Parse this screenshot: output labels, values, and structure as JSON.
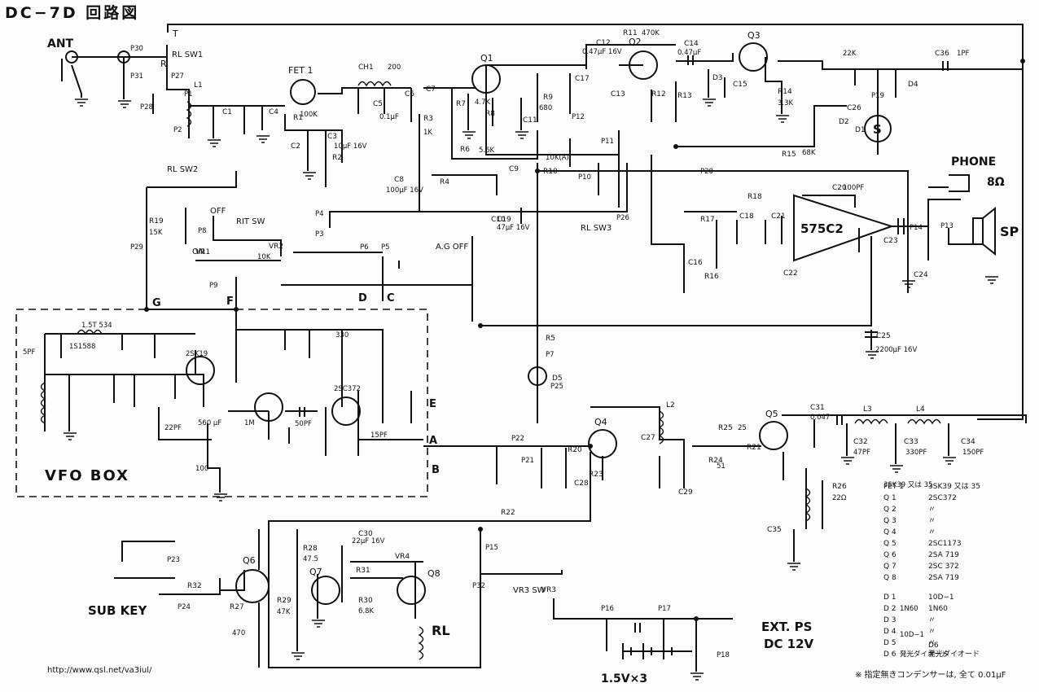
{
  "title": "DC−7D 回路図",
  "footer_url": "http://www.qsl.net/va3iul/",
  "colors": {
    "ink": "#111111",
    "paper": "#fdfdfb"
  },
  "labels": {
    "ant": "ANT",
    "rl_sw1": "RL SW1",
    "rl_sw2": "RL SW2",
    "rl_sw3": "RL SW3",
    "rit_sw": "RIT SW",
    "off": "OFF",
    "on": "ON",
    "r": "R",
    "t": "T",
    "fet1": "FET 1",
    "q1": "Q1",
    "q2": "Q2",
    "q3": "Q3",
    "q4": "Q4",
    "q5": "Q5",
    "q6": "Q6",
    "q7": "Q7",
    "q8": "Q8",
    "ic": "575C2",
    "phone": "PHONE",
    "phone_ohm": "8Ω",
    "sp": "SP",
    "meter": "S",
    "vfo_box": "VFO BOX",
    "sub_key": "SUB KEY",
    "ext_ps": "EXT. PS",
    "dc12v": "DC 12V",
    "batt": "1.5V×3",
    "rl_relay": "RL",
    "agc_off": "A.G OFF",
    "vr3": "VR3 SW"
  },
  "nodes": [
    "G",
    "F",
    "D",
    "C",
    "E",
    "A",
    "B"
  ],
  "components": [
    "L1",
    "C1",
    "C2",
    "C3",
    "C4",
    "C5",
    "C6",
    "C7",
    "C8",
    "C9",
    "C10",
    "C11",
    "C12",
    "C13",
    "C14",
    "C15",
    "C16",
    "C17",
    "C18",
    "C19",
    "C20",
    "C21",
    "C22",
    "C23",
    "C24",
    "C25",
    "C26",
    "C27",
    "C28",
    "C29",
    "C30",
    "C31",
    "C32",
    "C33",
    "C34",
    "C35",
    "C36",
    "R1",
    "R2",
    "R3",
    "R4",
    "R5",
    "R6",
    "R7",
    "R8",
    "R9",
    "R10",
    "R11",
    "R12",
    "R13",
    "R14",
    "R15",
    "R16",
    "R17",
    "R18",
    "R19",
    "R20",
    "R21",
    "R22",
    "R23",
    "R24",
    "R25",
    "R26",
    "R27",
    "R28",
    "R29",
    "R30",
    "R31",
    "R32",
    "VR1",
    "VR2",
    "VR3",
    "VR4",
    "L2",
    "L3",
    "L4",
    "D1",
    "D2",
    "D3",
    "D4",
    "D5",
    "D6",
    "CH1"
  ],
  "values": [
    "470K",
    "0.47μF 16V",
    "0.47μF",
    "1PF",
    "22K",
    "100K",
    "200",
    "0.1μF",
    "10μF 16V",
    "1K",
    "4.7K",
    "680",
    "5.6K",
    "100μF 16V",
    "47μF 16V",
    "10K(A)",
    "68K",
    "100PF",
    "15K",
    "10K",
    "3.3K",
    "2200μF 16V",
    "47PF",
    "330PF",
    "150PF",
    "0.047",
    "6.8K",
    "47.5",
    "47K",
    "470",
    "22μF 16V",
    "51",
    "22Ω",
    "25",
    "100",
    "1S1588",
    "5PF",
    "1.5T 534",
    "2SK19",
    "330",
    "2SC372",
    "15PF",
    "50PF",
    "1M",
    "560 μF",
    "3SK39 又は 35",
    "22PF",
    "10D−1",
    "1N60",
    "発光ダイオード"
  ],
  "pins": [
    "P1",
    "P2",
    "P3",
    "P4",
    "P5",
    "P6",
    "P7",
    "P8",
    "P9",
    "P10",
    "P11",
    "P12",
    "P13",
    "P14",
    "P15",
    "P16",
    "P17",
    "P18",
    "P19",
    "P20",
    "P21",
    "P22",
    "P23",
    "P24",
    "P25",
    "P26",
    "P27",
    "P28",
    "P29",
    "P30",
    "P31",
    "P32"
  ],
  "parts_list": [
    {
      "ref": "FET 1",
      "part": "3SK39 又は 35"
    },
    {
      "ref": "Q 1",
      "part": "2SC372"
    },
    {
      "ref": "Q 2",
      "part": "〃"
    },
    {
      "ref": "Q 3",
      "part": "〃"
    },
    {
      "ref": "Q 4",
      "part": "〃"
    },
    {
      "ref": "Q 5",
      "part": "2SC1173"
    },
    {
      "ref": "Q 6",
      "part": "2SA 719"
    },
    {
      "ref": "Q 7",
      "part": "2SC 372"
    },
    {
      "ref": "Q 8",
      "part": "2SA 719"
    },
    {
      "ref": "D 1",
      "part": "10D−1"
    },
    {
      "ref": "D 2",
      "part": "1N60"
    },
    {
      "ref": "D 3",
      "part": "〃"
    },
    {
      "ref": "D 4",
      "part": "〃"
    },
    {
      "ref": "D 5",
      "part": "〃"
    },
    {
      "ref": "D 6",
      "part": "発光ダイオード"
    }
  ],
  "note": "※ 指定無きコンデンサーは, 全て 0.01μF"
}
